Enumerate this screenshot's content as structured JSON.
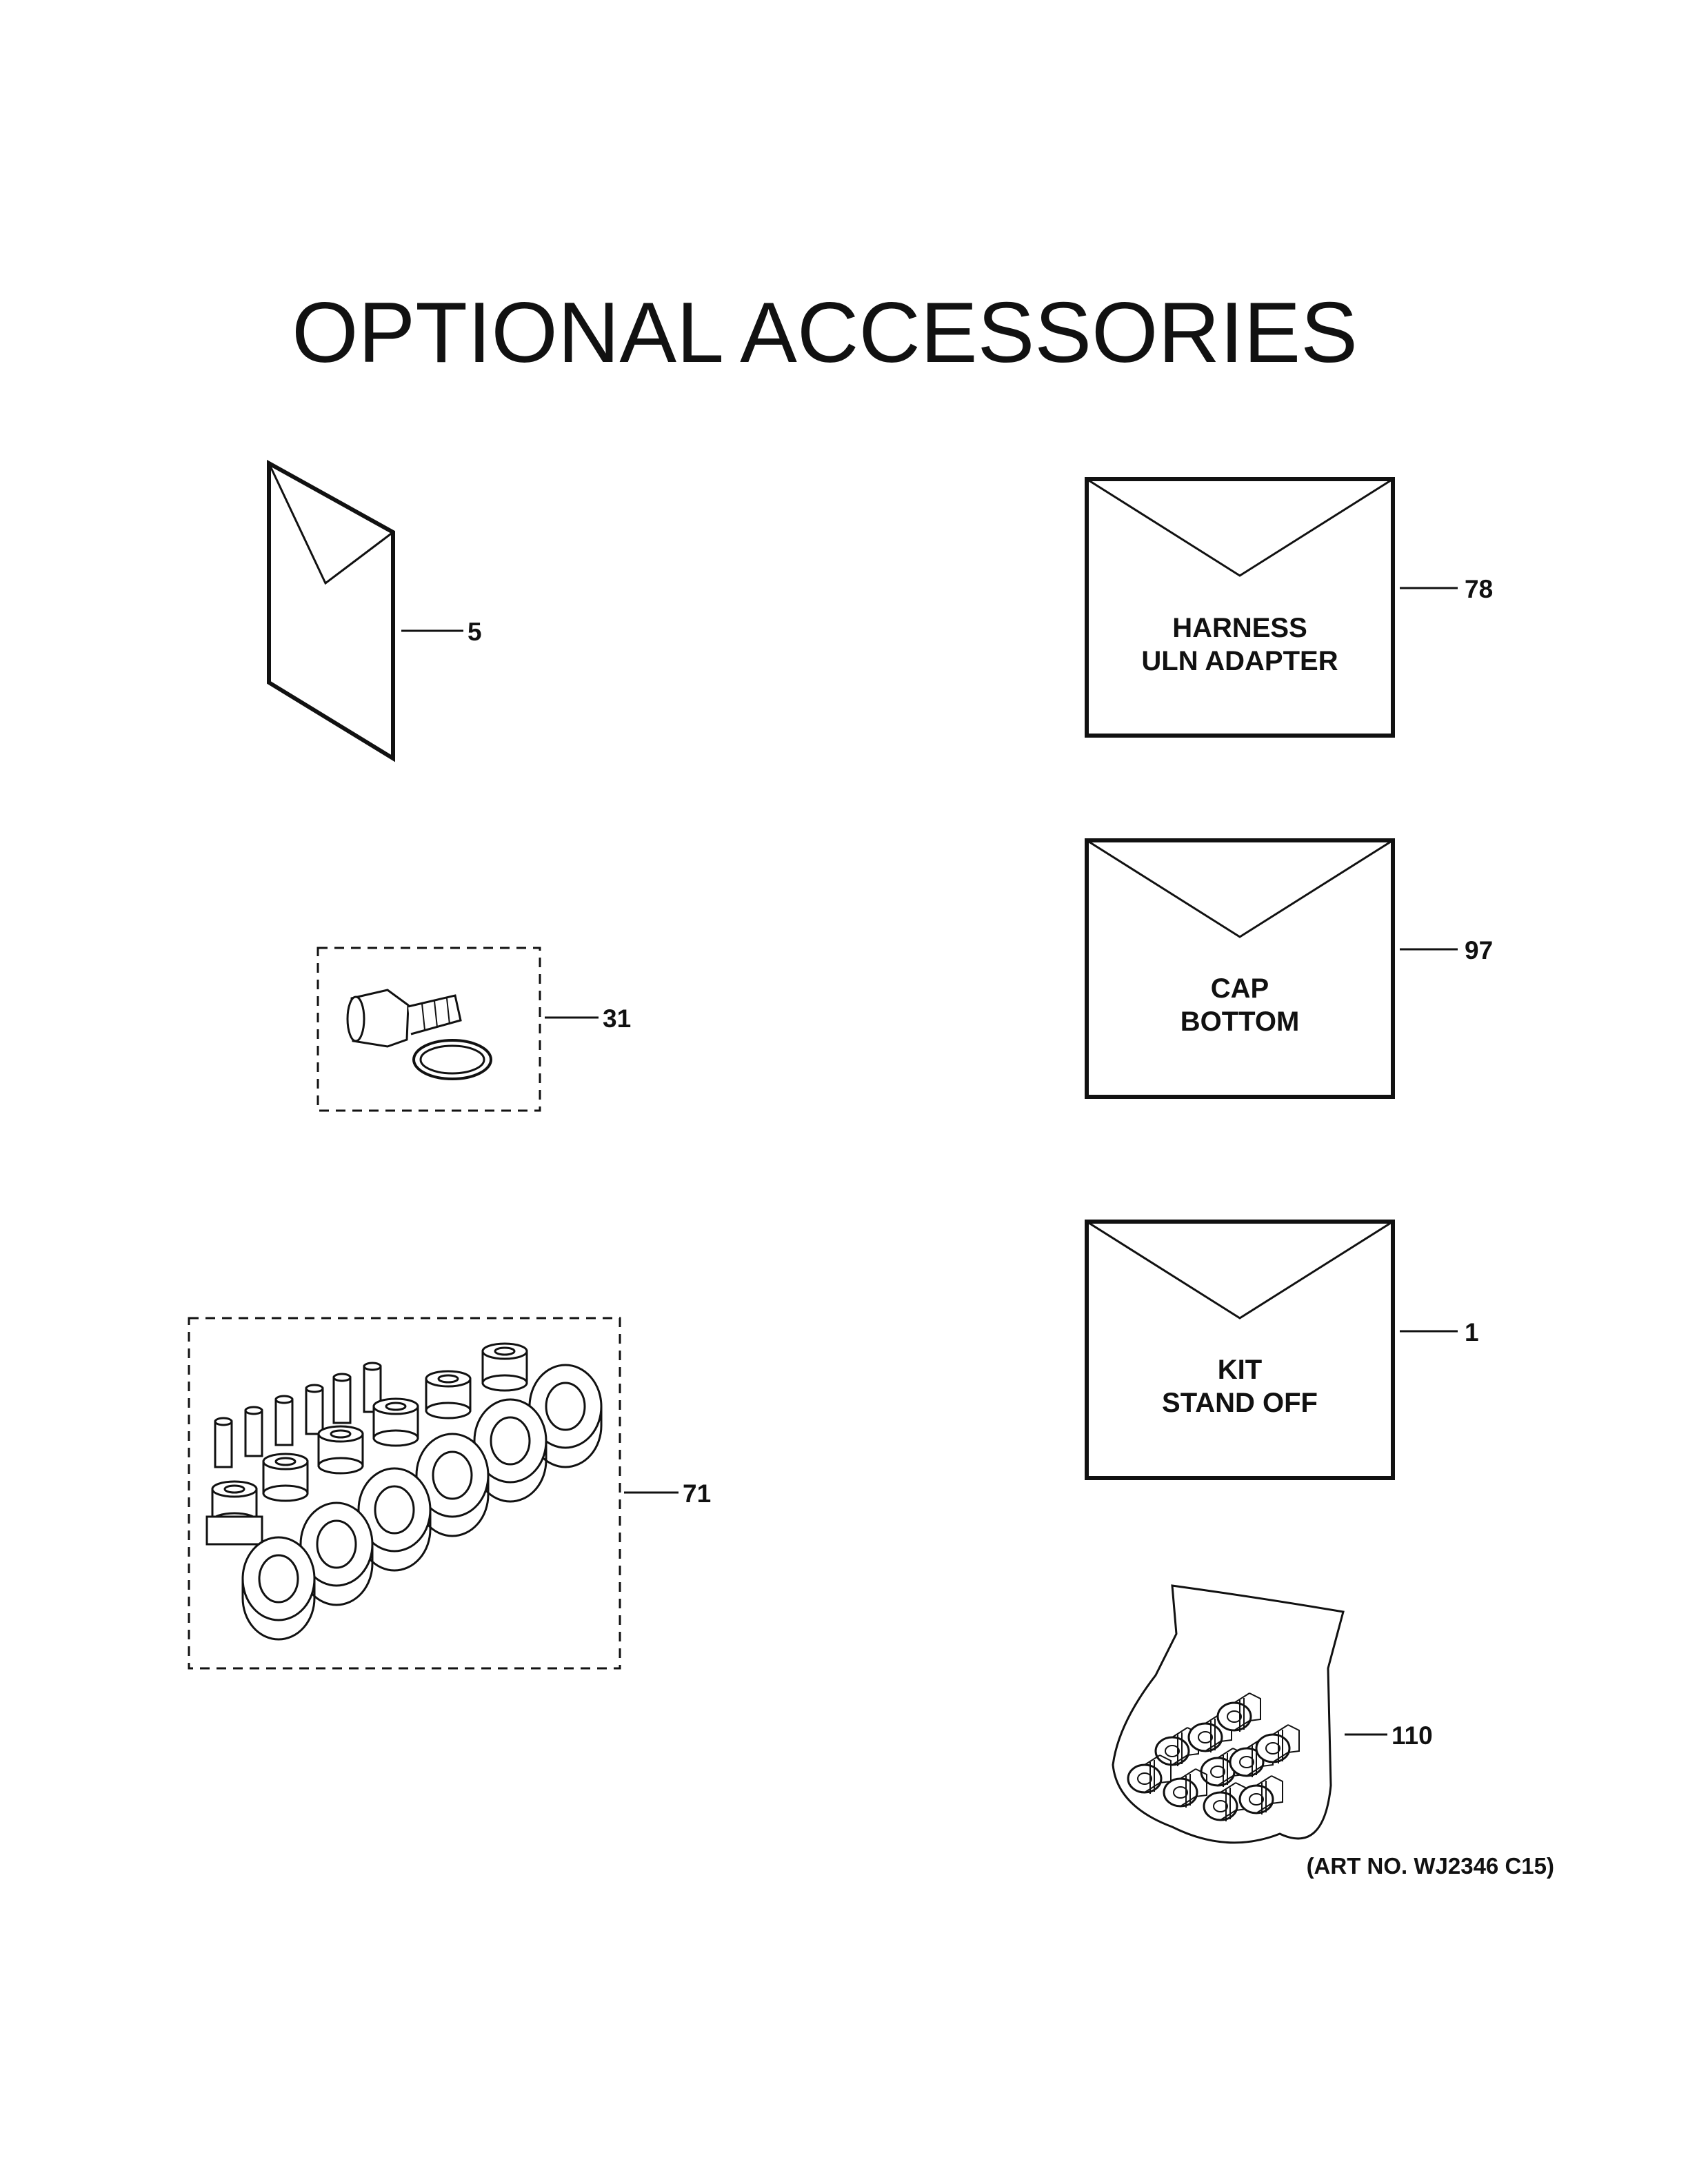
{
  "title": "OPTIONAL ACCESSORIES",
  "parts": [
    {
      "id": "5"
    },
    {
      "id": "31"
    },
    {
      "id": "71"
    },
    {
      "id": "78",
      "lines": [
        "HARNESS",
        "ULN ADAPTER"
      ]
    },
    {
      "id": "97",
      "lines": [
        "CAP",
        "BOTTOM"
      ]
    },
    {
      "id": "1",
      "lines": [
        "KIT",
        "STAND OFF"
      ]
    },
    {
      "id": "110"
    }
  ],
  "art_number": "(ART NO. WJ2346 C15)"
}
